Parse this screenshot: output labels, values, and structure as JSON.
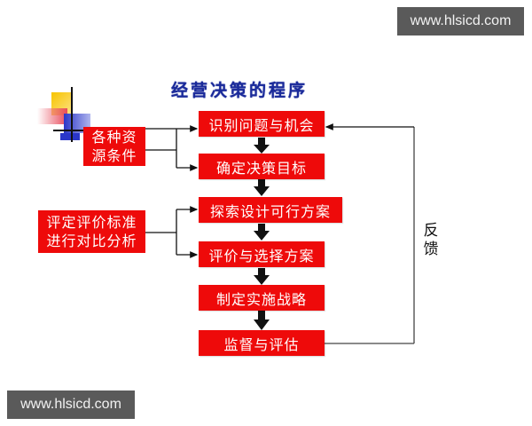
{
  "title": "经营决策的程序",
  "steps": [
    {
      "label": "识别问题与机会"
    },
    {
      "label": "确定决策目标"
    },
    {
      "label": "探索设计可行方案"
    },
    {
      "label": "评价与选择方案"
    },
    {
      "label": "制定实施战略"
    },
    {
      "label": "监督与评估"
    }
  ],
  "inputs": [
    {
      "line1": "各种资",
      "line2": "源条件",
      "targets": [
        "识别问题与机会",
        "确定决策目标"
      ]
    },
    {
      "line1": "评定评价标准",
      "line2": "进行对比分析",
      "targets": [
        "探索设计可行方案",
        "评价与选择方案"
      ]
    }
  ],
  "feedback": {
    "line1": "反",
    "line2": "馈",
    "from": "监督与评估",
    "to": "识别问题与机会"
  },
  "watermarks": {
    "top_right": "www.hlsicd.com",
    "bottom_left": "www.hlsicd.com"
  },
  "colors": {
    "box": "#ee0a0a",
    "title": "#1a2a9a",
    "watermark_bg": "#5a5a5a"
  }
}
